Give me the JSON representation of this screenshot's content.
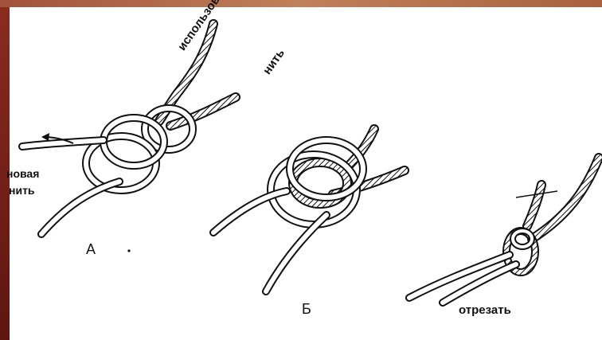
{
  "labels": {
    "new_thread_line1": "новая",
    "new_thread_line2": "нить",
    "used_thread_line1": "использованная",
    "used_thread_line2": "нить",
    "step_a": "А",
    "step_b": "Б",
    "cut": "отрезать"
  },
  "colors": {
    "slide_background": "#6b1a14",
    "panel": "#ffffff",
    "ink": "#111111"
  }
}
